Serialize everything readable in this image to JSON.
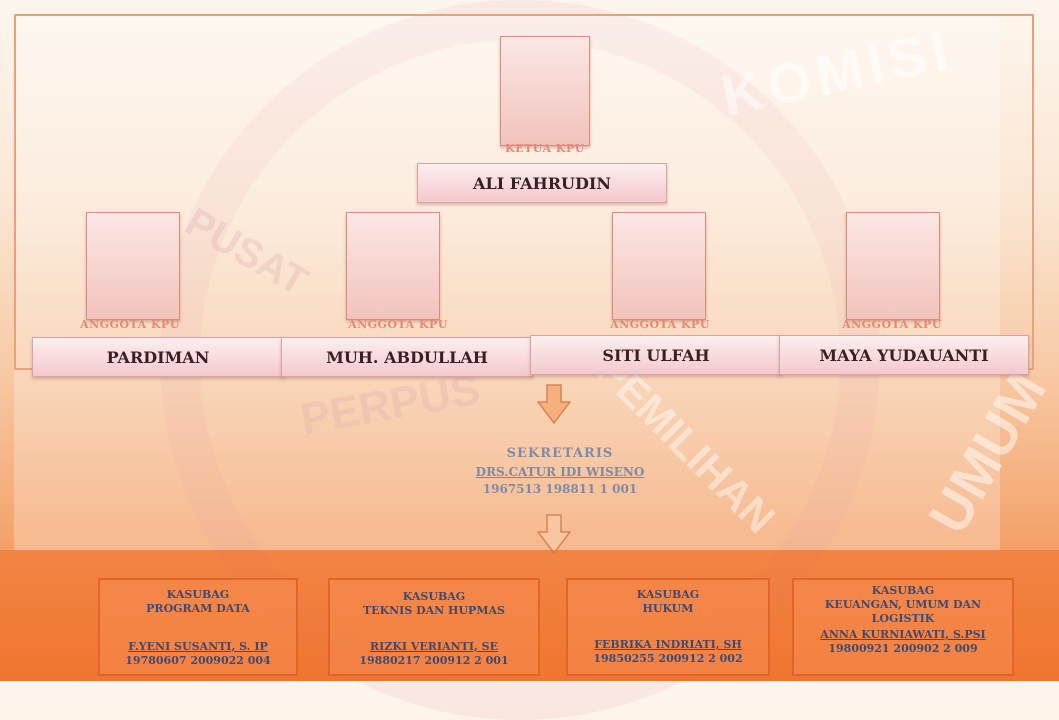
{
  "watermarks": [
    "KOMISI",
    "PUSAT",
    "PERPUS",
    "PEMILIHAN",
    "UMUM"
  ],
  "ketua": {
    "role": "KETUA KPU",
    "name": "ALI FAHRUDIN"
  },
  "anggota": [
    {
      "role": "ANGGOTA KPU",
      "name": "PARDIMAN"
    },
    {
      "role": "ANGGOTA KPU",
      "name": "MUH. ABDULLAH"
    },
    {
      "role": "ANGGOTA KPU",
      "name": "SITI ULFAH"
    },
    {
      "role": "ANGGOTA KPU",
      "name": "MAYA YUDAUANTI"
    }
  ],
  "sekretaris": {
    "title": "SEKRETARIS",
    "name": "DRS.CATUR IDI WISENO",
    "nip": "1967513 198811 1 001"
  },
  "kasubag": [
    {
      "title": "KASUBAG",
      "unit": "PROGRAM DATA",
      "name": "F.YENI SUSANTI, S. IP",
      "nip": "19780607 2009022 004"
    },
    {
      "title": "KASUBAG",
      "unit": "TEKNIS DAN HUPMAS",
      "name": "RIZKI VERIANTI, SE",
      "nip": "19880217 200912 2 001"
    },
    {
      "title": "KASUBAG",
      "unit": "HUKUM",
      "name": "FEBRIKA INDRIATI, SH",
      "nip": "19850255 200912 2 002"
    },
    {
      "title": "KASUBAG",
      "unit": "KEUANGAN, UMUM DAN LOGISTIK",
      "name": "ANNA KURNIAWATI, S.PSI",
      "nip": "19800921 200902 2 009"
    }
  ],
  "colors": {
    "accent": "#e2642a",
    "text": "#3e4a72",
    "role": "#e48a74"
  }
}
